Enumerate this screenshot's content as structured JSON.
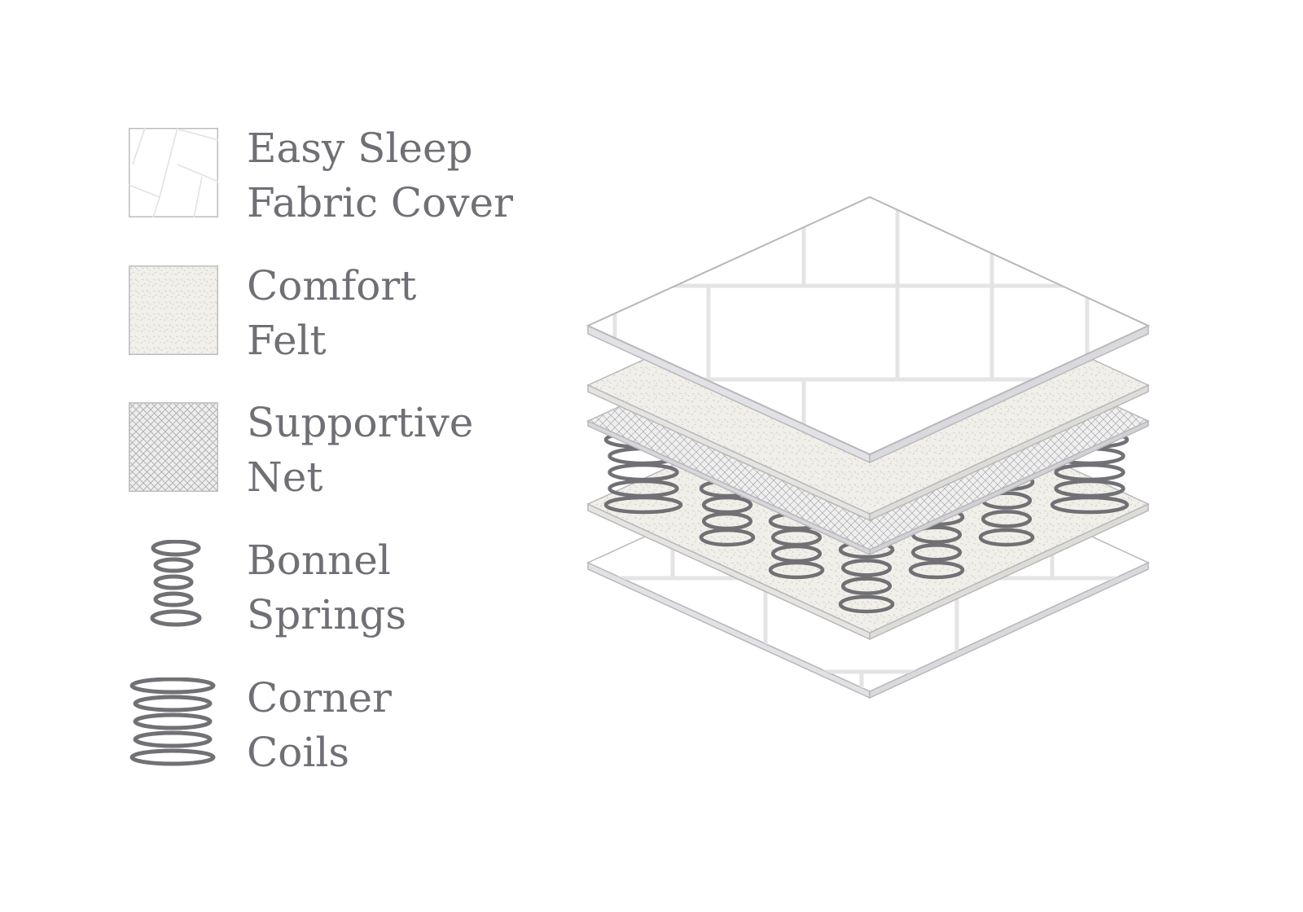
{
  "legend": [
    {
      "icon": "fabric-cover-swatch-icon",
      "line1": "Easy Sleep",
      "line2": "Fabric Cover"
    },
    {
      "icon": "felt-swatch-icon",
      "line1": "Comfort",
      "line2": "Felt"
    },
    {
      "icon": "net-swatch-icon",
      "line1": "Supportive",
      "line2": "Net"
    },
    {
      "icon": "bonnel-spring-icon",
      "line1": "Bonnel",
      "line2": "Springs"
    },
    {
      "icon": "corner-coil-icon",
      "line1": "Corner",
      "line2": "Coils"
    }
  ],
  "colors": {
    "text": "#6f6f75",
    "panel_edge": "#b8b8bc",
    "felt_fill": "#f1efe9",
    "net_fill": "#ececec",
    "spring_stroke": "#707075",
    "tile_line": "#e4e4e4"
  }
}
